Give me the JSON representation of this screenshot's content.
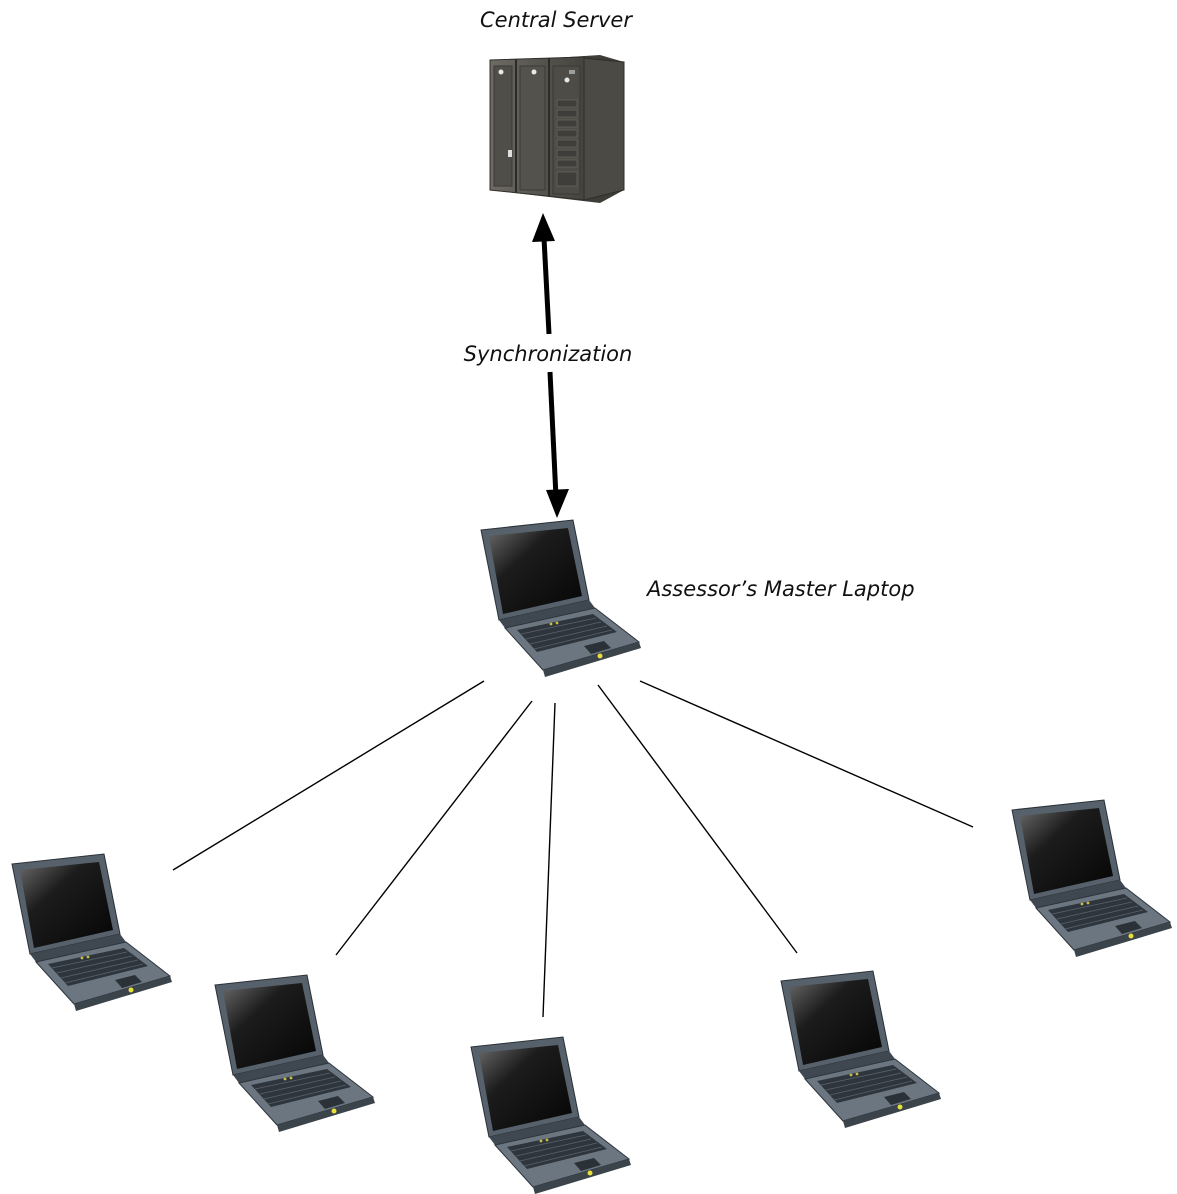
{
  "labels": {
    "server": "Central Server",
    "link": "Synchronization",
    "master": "Assessor’s Master Laptop"
  },
  "nodes": {
    "server": {
      "icon": "server-rack-icon"
    },
    "master": {
      "icon": "laptop-icon"
    },
    "clients": [
      {
        "icon": "laptop-icon"
      },
      {
        "icon": "laptop-icon"
      },
      {
        "icon": "laptop-icon"
      },
      {
        "icon": "laptop-icon"
      },
      {
        "icon": "laptop-icon"
      }
    ]
  },
  "edges": {
    "sync": {
      "type": "bidirectional-arrow"
    },
    "client_links": {
      "type": "line",
      "count": 5
    }
  },
  "colors": {
    "line": "#000000",
    "server_body": "#5e5c55",
    "laptop_screen": "#1a1a1a",
    "laptop_body": "#55606a"
  }
}
